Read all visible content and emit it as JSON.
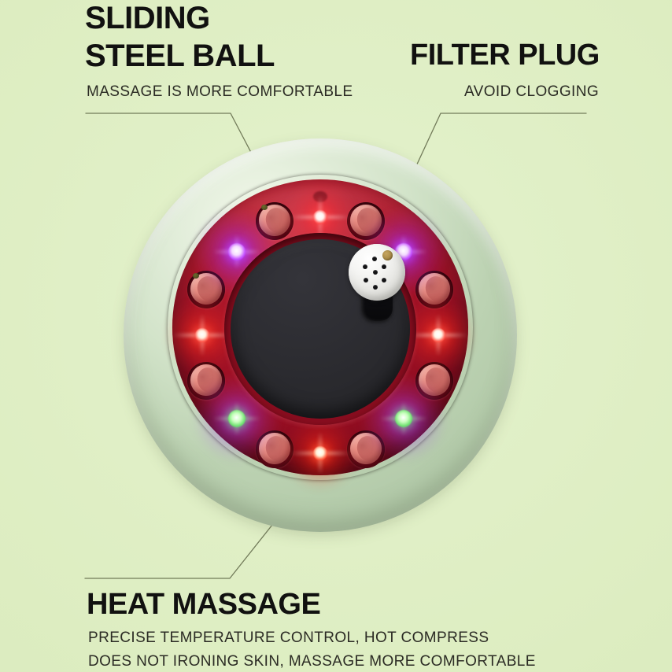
{
  "background": {
    "color": "#dfefc4"
  },
  "callouts": {
    "sliding_steel_ball": {
      "title_line1": "SLIDING",
      "title_line2": "STEEL BALL",
      "subtitle": "MASSAGE IS MORE COMFORTABLE"
    },
    "filter_plug": {
      "title": "FILTER PLUG",
      "subtitle": "AVOID CLOGGING"
    },
    "heat_massage": {
      "title": "HEAT MASSAGE",
      "subtitle_line1": "PRECISE TEMPERATURE CONTROL, HOT COMPRESS",
      "subtitle_line2": "DOES NOT IRONING SKIN, MASSAGE MORE COMFORTABLE"
    }
  },
  "device": {
    "name": "circular-massager",
    "shell_color": "#d2e3c9",
    "face_color": "#9c1024",
    "inner_disc_color": "#2a2a2d",
    "ball_color": "#e09186",
    "balls": [
      {
        "name": "steel-ball-1",
        "angle": -112,
        "speck": true
      },
      {
        "name": "steel-ball-2",
        "angle": -68,
        "speck": false
      },
      {
        "name": "steel-ball-3",
        "angle": -22,
        "speck": false
      },
      {
        "name": "steel-ball-4",
        "angle": 22,
        "speck": false
      },
      {
        "name": "steel-ball-5",
        "angle": 68,
        "speck": false
      },
      {
        "name": "steel-ball-6",
        "angle": 112,
        "speck": false
      },
      {
        "name": "steel-ball-7",
        "angle": 158,
        "speck": false
      },
      {
        "name": "steel-ball-8",
        "angle": 202,
        "speck": true
      }
    ],
    "leds": [
      {
        "name": "led-top",
        "angle": -90,
        "color": "#ff4d4d",
        "core": "#fff2ef",
        "halo": "#ff2b33",
        "kind": "red"
      },
      {
        "name": "led-upper-right",
        "angle": -45,
        "color": "#c24bff",
        "core": "#f3d9ff",
        "halo": "#a52bff",
        "kind": "purple"
      },
      {
        "name": "led-right",
        "angle": 0,
        "color": "#ff5a4d",
        "core": "#fff6e8",
        "halo": "#ff3020",
        "kind": "red"
      },
      {
        "name": "led-lower-right",
        "angle": 45,
        "color": "#67e06a",
        "core": "#c9ffbe",
        "halo": "#a840f0",
        "kind": "green"
      },
      {
        "name": "led-bottom",
        "angle": 90,
        "color": "#ff5a3c",
        "core": "#fff3d8",
        "halo": "#ff2a14",
        "kind": "red"
      },
      {
        "name": "led-lower-left",
        "angle": 135,
        "color": "#67e06a",
        "core": "#c9ffbe",
        "halo": "#a840f0",
        "kind": "green"
      },
      {
        "name": "led-left",
        "angle": 180,
        "color": "#ff5a4d",
        "core": "#fff2e2",
        "halo": "#ff3020",
        "kind": "red"
      },
      {
        "name": "led-upper-left",
        "angle": 225,
        "color": "#c24bff",
        "core": "#f6dcff",
        "halo": "#a52bff",
        "kind": "purple"
      }
    ],
    "filter_plug": {
      "name": "filter-plug",
      "cap_color": "#f0f0ec",
      "stem_color": "#0d0d10",
      "hole_count": 7,
      "gold_dot_color": "#a98b48"
    }
  },
  "leader_lines": {
    "color": "#67704f",
    "count": 3
  }
}
